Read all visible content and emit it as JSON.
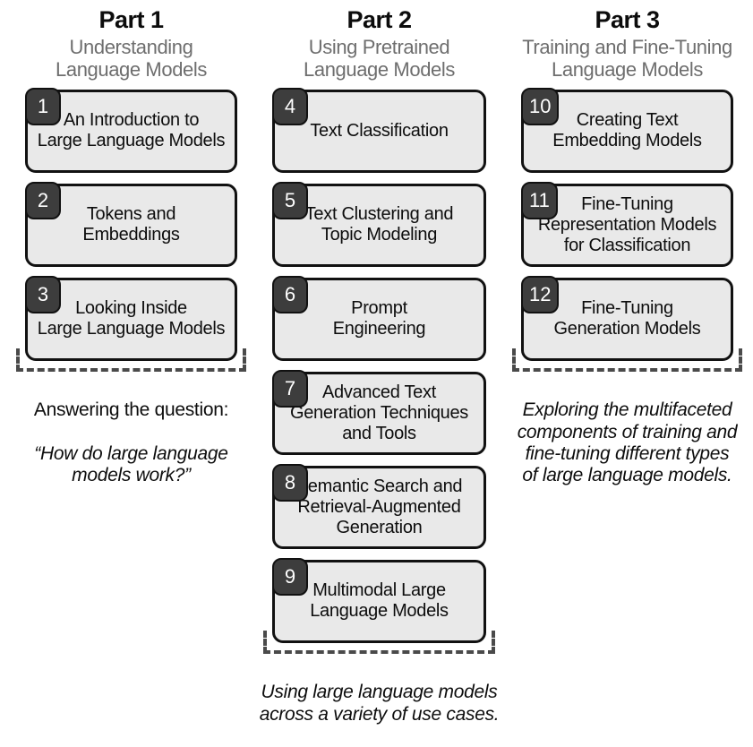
{
  "colors": {
    "box_fill": "#e9e9e9",
    "box_border": "#111111",
    "badge_fill": "#3d3d3d",
    "badge_text": "#ffffff",
    "subtitle_text": "#6e6e6e",
    "dashed_line": "#4a4a4a",
    "background": "#ffffff"
  },
  "parts": [
    {
      "title": "Part 1",
      "subtitle": "Understanding\nLanguage Models",
      "chapters": [
        {
          "number": "1",
          "title": "An Introduction to\nLarge Language Models"
        },
        {
          "number": "2",
          "title": "Tokens and\nEmbeddings"
        },
        {
          "number": "3",
          "title": "Looking Inside\nLarge Language Models"
        }
      ],
      "caption_intro": "Answering the question:",
      "caption": "“How do large language\nmodels work?”"
    },
    {
      "title": "Part 2",
      "subtitle": "Using Pretrained\nLanguage Models",
      "chapters": [
        {
          "number": "4",
          "title": "Text Classification"
        },
        {
          "number": "5",
          "title": "Text Clustering and\nTopic Modeling"
        },
        {
          "number": "6",
          "title": "Prompt\nEngineering"
        },
        {
          "number": "7",
          "title": "Advanced Text\nGeneration Techniques\nand Tools"
        },
        {
          "number": "8",
          "title": "Semantic Search and\nRetrieval-Augmented\nGeneration"
        },
        {
          "number": "9",
          "title": "Multimodal Large\nLanguage Models"
        }
      ],
      "caption": "Using large language models\nacross a variety of use cases."
    },
    {
      "title": "Part 3",
      "subtitle": "Training and Fine-Tuning\nLanguage Models",
      "chapters": [
        {
          "number": "10",
          "title": "Creating Text\nEmbedding Models"
        },
        {
          "number": "11",
          "title": "Fine-Tuning\nRepresentation Models\nfor Classification"
        },
        {
          "number": "12",
          "title": "Fine-Tuning\nGeneration Models"
        }
      ],
      "caption": "Exploring the multifaceted\ncomponents of training and\nfine-tuning different types\nof large language models."
    }
  ]
}
